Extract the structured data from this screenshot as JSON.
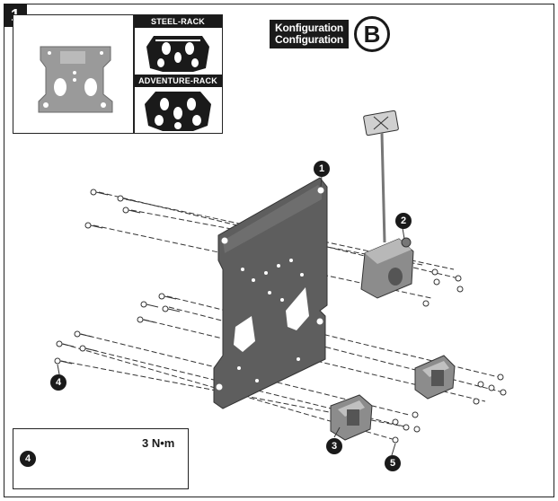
{
  "step": {
    "number": "1"
  },
  "rack_options": {
    "steel": {
      "label": "STEEL-RACK"
    },
    "adventure": {
      "label": "ADVENTURE-RACK"
    }
  },
  "configuration": {
    "label_de": "Konfiguration",
    "label_en": "Configuration",
    "letter": "B"
  },
  "callouts": {
    "plate": "1",
    "lock": "2",
    "mount_left": "3",
    "bolt": "4",
    "nut": "5",
    "torque_bolt": "4"
  },
  "torque": {
    "value": "3 N•m"
  },
  "icons": [
    "torque-wrench-icon",
    "threadlocker-icon"
  ],
  "colors": {
    "plate": "#5e5e5e",
    "ink": "#1a1a1a",
    "part": "#8c8c8c"
  }
}
